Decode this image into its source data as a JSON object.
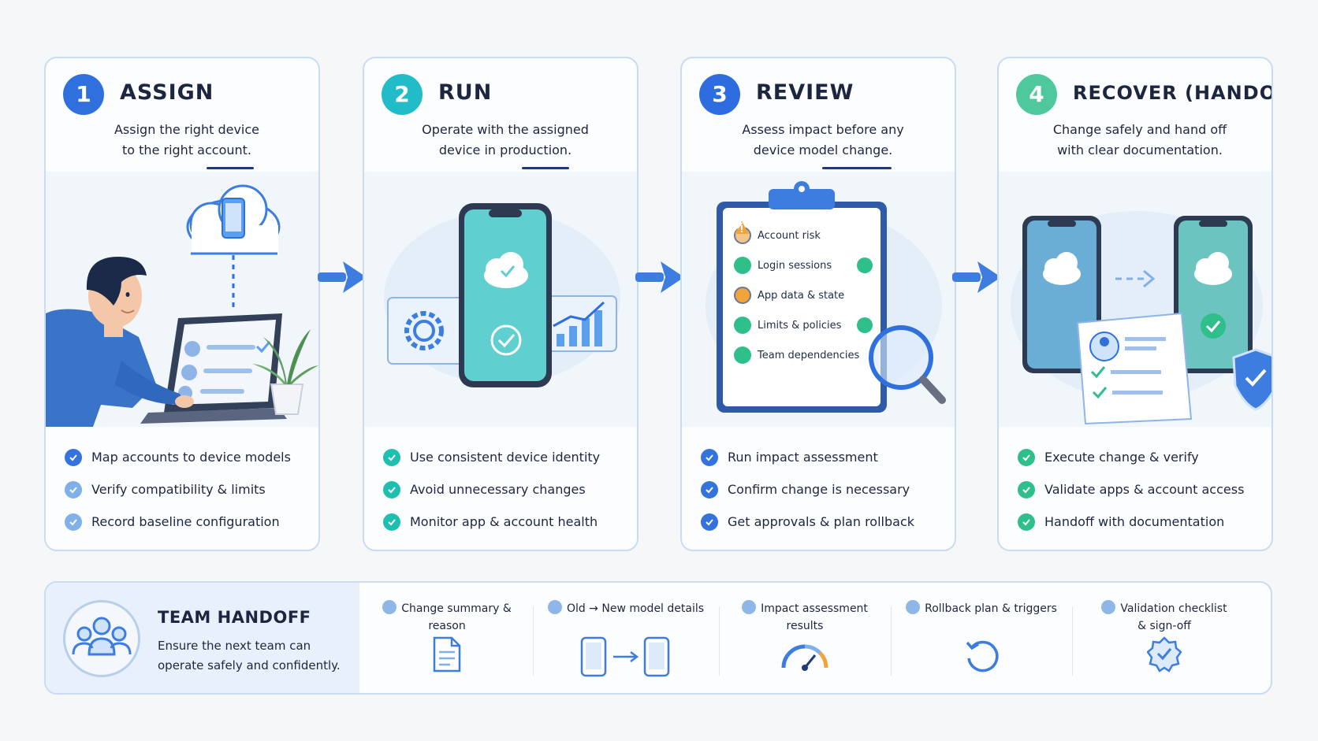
{
  "steps": [
    {
      "number": "1",
      "title": "ASSIGN",
      "desc_lines": [
        "Assign the right device",
        "to the right account."
      ],
      "checks": [
        "Map accounts to device models",
        "Verify compatibility & limits",
        "Record baseline configuration"
      ]
    },
    {
      "number": "2",
      "title": "RUN",
      "desc_lines": [
        "Operate with the assigned",
        "device in production."
      ],
      "checks": [
        "Use consistent device identity",
        "Avoid unnecessary changes",
        "Monitor app & account health"
      ]
    },
    {
      "number": "3",
      "title": "REVIEW",
      "desc_lines": [
        "Assess impact before any",
        "device model change."
      ],
      "checks": [
        "Run impact assessment",
        "Confirm change is necessary",
        "Get approvals & plan rollback"
      ],
      "clipboard": [
        "Account risk",
        "Login sessions",
        "App data & state",
        "Limits & policies",
        "Team dependencies"
      ]
    },
    {
      "number": "4",
      "title": "RECOVER (HANDOFF)",
      "desc_lines": [
        "Change safely and hand off",
        "with clear documentation."
      ],
      "checks": [
        "Execute change & verify",
        "Validate apps & account access",
        "Handoff with documentation"
      ]
    }
  ],
  "handoff": {
    "title": "TEAM HANDOFF",
    "desc_lines": [
      "Ensure the next team can",
      "operate safely and confidently."
    ],
    "items": [
      {
        "lines": [
          "Change summary &",
          "reason"
        ],
        "icon": "document-icon"
      },
      {
        "lines": [
          "Old → New model details"
        ],
        "icon": "phone-swap-icon"
      },
      {
        "lines": [
          "Impact assessment",
          "results"
        ],
        "icon": "gauge-icon"
      },
      {
        "lines": [
          "Rollback plan & triggers"
        ],
        "icon": "rollback-icon"
      },
      {
        "lines": [
          "Validation checklist",
          "& sign-off"
        ],
        "icon": "badge-icon"
      }
    ]
  },
  "colors": {
    "step1": "#2f6fde",
    "step2": "#22bcc8",
    "step3": "#2e6de0",
    "step4": "#4ec89c",
    "arrow": "#3d7de0",
    "check_blue": "#3573dc",
    "check_light": "#7fb0ea",
    "check_teal": "#1fbfb0",
    "check_green": "#2fbf8a",
    "warning": "#f2a33a"
  }
}
